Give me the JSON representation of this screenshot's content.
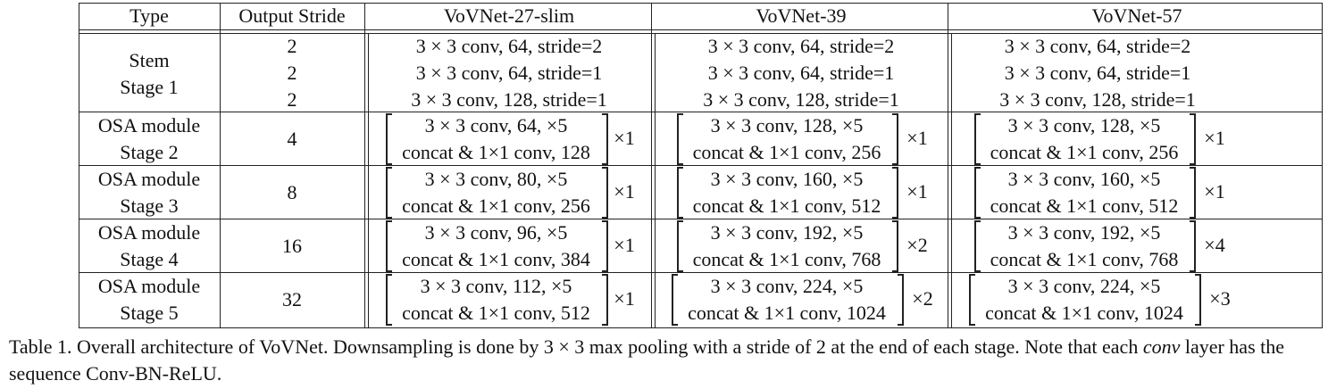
{
  "headers": [
    "Type",
    "Output Stride",
    "VoVNet-27-slim",
    "VoVNet-39",
    "VoVNet-57"
  ],
  "stem": {
    "type_lines": [
      "Stem",
      "Stage 1"
    ],
    "strides": [
      "2",
      "2",
      "2"
    ],
    "cols": [
      [
        "3 × 3 conv, 64, stride=2",
        "3 × 3 conv, 64, stride=1",
        "3 × 3 conv, 128, stride=1"
      ],
      [
        "3 × 3 conv, 64, stride=2",
        "3 × 3 conv, 64, stride=1",
        "3 × 3 conv, 128, stride=1"
      ],
      [
        "3 × 3 conv, 64, stride=2",
        "3 × 3 conv, 64, stride=1",
        "3 × 3 conv, 128, stride=1"
      ]
    ]
  },
  "stages": [
    {
      "type_lines": [
        "OSA module",
        "Stage 2"
      ],
      "stride": "4",
      "cols": [
        {
          "line1": "3 × 3 conv, 64, ×5",
          "line2": "concat & 1×1 conv, 128",
          "mult": "×1"
        },
        {
          "line1": "3 × 3 conv, 128, ×5",
          "line2": "concat & 1×1 conv, 256",
          "mult": "×1"
        },
        {
          "line1": "3 × 3 conv, 128, ×5",
          "line2": "concat & 1×1 conv, 256",
          "mult": "×1"
        }
      ]
    },
    {
      "type_lines": [
        "OSA module",
        "Stage 3"
      ],
      "stride": "8",
      "cols": [
        {
          "line1": "3 × 3 conv, 80, ×5",
          "line2": "concat & 1×1 conv, 256",
          "mult": "×1"
        },
        {
          "line1": "3 × 3 conv, 160, ×5",
          "line2": "concat & 1×1 conv, 512",
          "mult": "×1"
        },
        {
          "line1": "3 × 3 conv, 160, ×5",
          "line2": "concat & 1×1 conv, 512",
          "mult": "×1"
        }
      ]
    },
    {
      "type_lines": [
        "OSA module",
        "Stage 4"
      ],
      "stride": "16",
      "cols": [
        {
          "line1": "3 × 3 conv, 96, ×5",
          "line2": "concat & 1×1 conv, 384",
          "mult": "×1"
        },
        {
          "line1": "3 × 3 conv, 192, ×5",
          "line2": "concat & 1×1 conv, 768",
          "mult": "×2"
        },
        {
          "line1": "3 × 3 conv, 192, ×5",
          "line2": "concat & 1×1 conv, 768",
          "mult": "×4"
        }
      ]
    },
    {
      "type_lines": [
        "OSA module",
        "Stage 5"
      ],
      "stride": "32",
      "cols": [
        {
          "line1": "3 × 3 conv, 112, ×5",
          "line2": "concat & 1×1 conv, 512",
          "mult": "×1"
        },
        {
          "line1": "3 × 3 conv, 224, ×5",
          "line2": "concat & 1×1 conv, 1024",
          "mult": "×2"
        },
        {
          "line1": "3 × 3 conv, 224, ×5",
          "line2": "concat & 1×1 conv, 1024",
          "mult": "×3"
        }
      ]
    }
  ],
  "caption": {
    "part1": "Table 1.  Overall architecture of VoVNet. Downsampling is done by 3 × 3 max pooling with a stride of 2 at the end of each stage. Note that each ",
    "emph": "conv",
    "part2": " layer has the sequence Conv-BN-ReLU."
  }
}
